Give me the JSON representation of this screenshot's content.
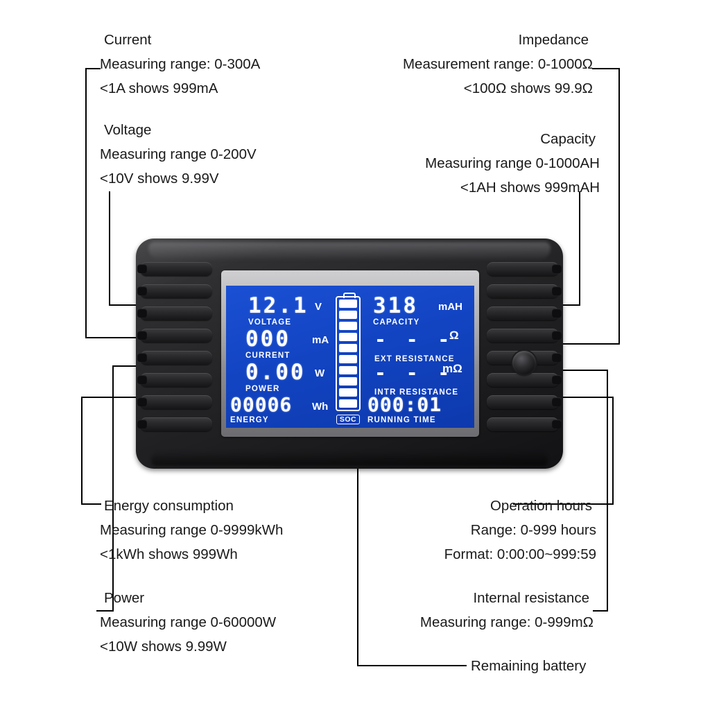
{
  "annotations": {
    "current": {
      "heading": "Current",
      "line1": "Measuring range: 0-300A",
      "line2": "<1A shows 999mA"
    },
    "voltage": {
      "heading": "Voltage",
      "line1": "Measuring range 0-200V",
      "line2": "<10V shows 9.99V"
    },
    "impedance": {
      "heading": "Impedance",
      "line1": "Measurement range: 0-1000Ω",
      "line2": "<100Ω shows 99.9Ω"
    },
    "capacity": {
      "heading": "Capacity",
      "line1": "Measuring range 0-1000AH",
      "line2": "<1AH shows 999mAH"
    },
    "energy": {
      "heading": "Energy consumption",
      "line1": "Measuring range 0-9999kWh",
      "line2": "<1kWh shows 999Wh"
    },
    "power": {
      "heading": "Power",
      "line1": "Measuring range 0-60000W",
      "line2": "<10W shows 9.99W"
    },
    "operation_hours": {
      "heading": "Operation hours",
      "line1": "Range: 0-999 hours",
      "line2": "Format: 0:00:00~999:59"
    },
    "internal_resistance": {
      "heading": "Internal resistance",
      "line1": "Measuring range: 0-999mΩ"
    },
    "remaining_battery": {
      "heading": "Remaining battery"
    }
  },
  "device": {
    "lcd": {
      "voltage": {
        "value": "12.1",
        "unit": "V",
        "label": "VOLTAGE"
      },
      "current": {
        "value": "000",
        "unit": "mA",
        "label": "CURRENT"
      },
      "power": {
        "value": "0.00",
        "unit": "W",
        "label": "POWER"
      },
      "energy": {
        "value": "00006",
        "unit": "Wh",
        "label": "ENERGY"
      },
      "capacity": {
        "value": "318",
        "unit": "mAH",
        "label": "CAPACITY"
      },
      "ext_resistance": {
        "value": "- - -",
        "unit": "Ω",
        "label": "EXT RESISTANCE"
      },
      "intr_resistance": {
        "value": "- - -",
        "unit": "mΩ",
        "label": "INTR RESISTANCE"
      },
      "running_time": {
        "value": "000:01",
        "label": "RUNNING TIME"
      },
      "soc": {
        "label": "SOC",
        "segments_total": 10,
        "segments_filled": 10
      }
    },
    "button_label": "set-button"
  },
  "colors": {
    "lcd_background": "#1346c8",
    "lcd_text": "#ffffff",
    "shell": "#242426",
    "bezel": "#a8a8ab",
    "annotation_text": "#1a1a1a",
    "leader_line": "#000000"
  }
}
